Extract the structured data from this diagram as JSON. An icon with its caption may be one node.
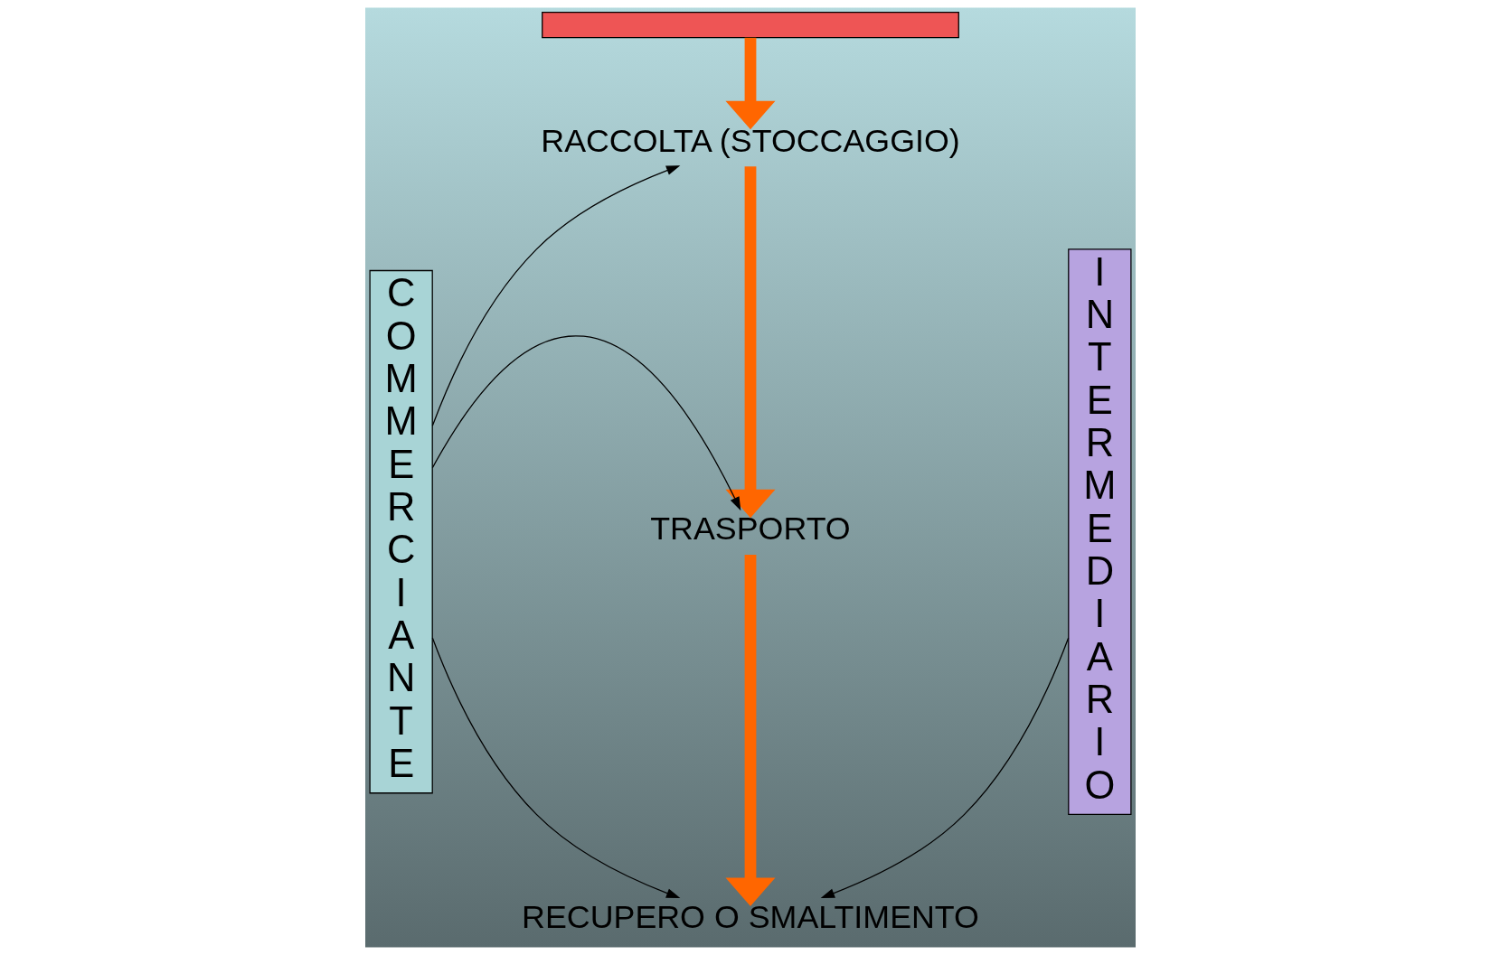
{
  "diagram": {
    "nodes": [
      {
        "text": [],
        "shape": "box"
      },
      {
        "text": [
          "RACCOLTA (STOCCAGGIO)"
        ]
      },
      {
        "text": [
          "TRASPORTO"
        ]
      },
      {
        "text": [
          "RECUPERO O SMALTIMENTO"
        ]
      },
      {
        "text": [
          "COMMERCIANTE"
        ]
      },
      {
        "text": [
          "INTERMEDIARIO"
        ]
      }
    ],
    "edges": [
      {
        "from": 0,
        "to": 1,
        "arrow": "to",
        "style": "thick",
        "color": "#ff6600"
      },
      {
        "from": 1,
        "to": 2,
        "arrow": "to",
        "style": "thick",
        "color": "#ff6600"
      },
      {
        "from": 2,
        "to": 3,
        "arrow": "to",
        "style": "thick",
        "color": "#ff6600"
      },
      {
        "from": 4,
        "to": 1,
        "arrow": "to"
      },
      {
        "from": 4,
        "to": 2,
        "arrow": "to"
      },
      {
        "from": 4,
        "to": 3,
        "arrow": "to"
      },
      {
        "from": 5,
        "to": 3,
        "arrow": "to"
      }
    ]
  }
}
